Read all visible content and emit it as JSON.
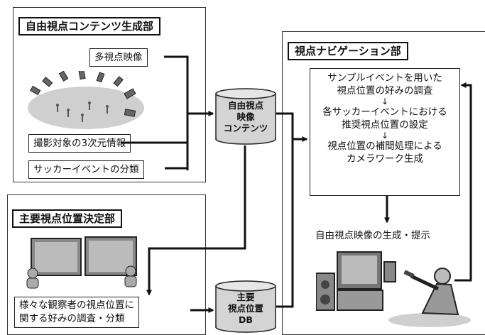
{
  "sections": {
    "content_gen": {
      "title": "自由視点コンテンツ生成部"
    },
    "navigation": {
      "title": "視点ナビゲーション部"
    },
    "main_viewpoint": {
      "title": "主要視点位置決定部"
    }
  },
  "inputs": {
    "multi_view": "多視点映像",
    "target_3d": "撮影対象の3次元情報",
    "soccer_class": "サッカーイベントの分類"
  },
  "cylinders": {
    "content": [
      "自由視点",
      "映像",
      "コンテンツ"
    ],
    "db": [
      "主要",
      "視点位置",
      "DB"
    ]
  },
  "nav_steps": {
    "step1": [
      "サンプルイベントを用いた",
      "視点位置の好みの調査"
    ],
    "step2": [
      "各サッカーイベントにおける",
      "推奨視点位置の設定"
    ],
    "step3": [
      "視点位置の補間処理による",
      "カメラワーク生成"
    ],
    "separator": "↓"
  },
  "output_label": "自由視点映像の生成・提示",
  "survey": [
    "様々な観察者の視点位置に",
    "関する好みの調査・分類"
  ],
  "colors": {
    "line": "#111111",
    "cylinder_fill": "#d4d4d4",
    "scene_fill": "#cfcfcf"
  }
}
